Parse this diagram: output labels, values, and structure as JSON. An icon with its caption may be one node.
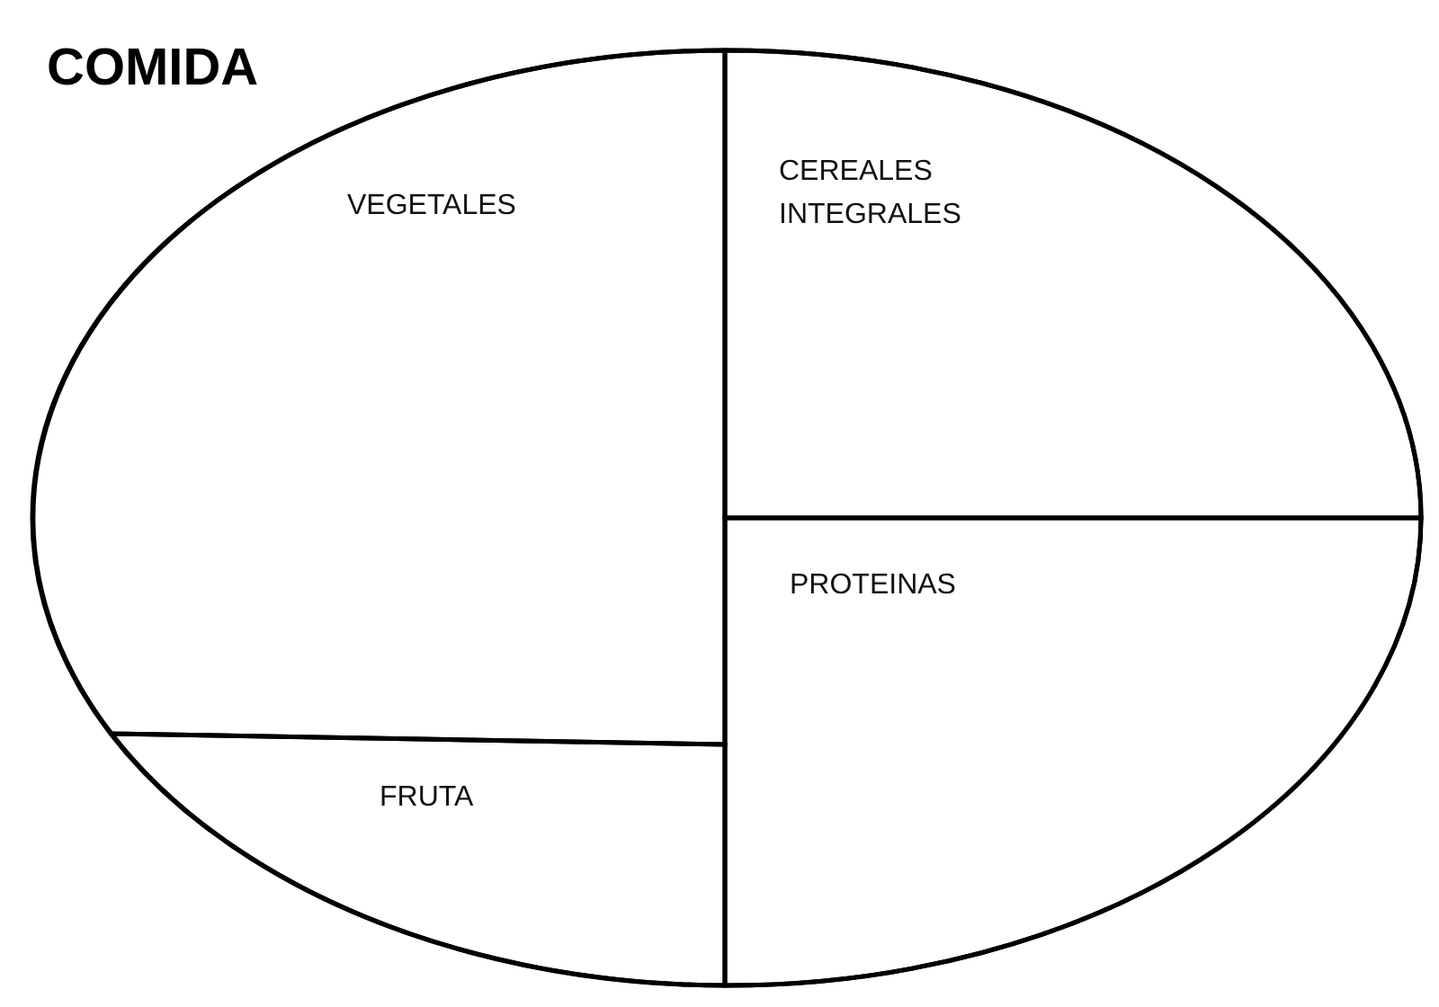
{
  "diagram": {
    "title": "COMIDA",
    "nodes": [
      {
        "text": [],
        "shape": "circle"
      },
      {
        "text": [
          "VEGETALES"
        ],
        "in": 0
      },
      {
        "text": [
          "CEREALES INTEGRALES"
        ],
        "in": 0
      },
      {
        "text": [
          "PROTEINAS"
        ],
        "in": 0
      },
      {
        "text": [
          "FRUTA"
        ],
        "in": 0
      }
    ]
  }
}
